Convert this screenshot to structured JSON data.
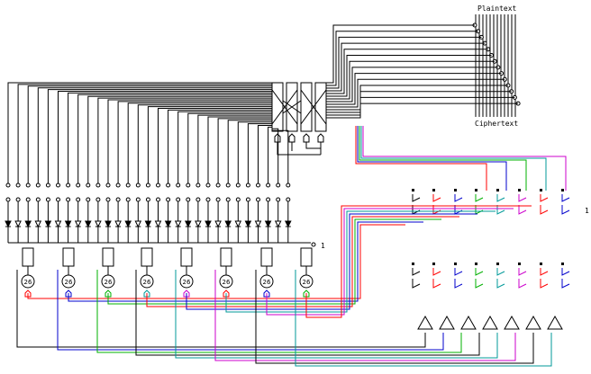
{
  "labels": {
    "plaintext": "Plaintext",
    "ciphertext": "Ciphertext",
    "one_left": "1",
    "one_right": "1"
  },
  "counter_value": "26",
  "colors": {
    "line": "#000000",
    "red": "#ff0000",
    "blue": "#0000cc",
    "green": "#00b000",
    "cyan": "#009999",
    "magenta": "#cc00cc"
  },
  "counters": [
    "26",
    "26",
    "26",
    "26",
    "26",
    "26",
    "26",
    "26"
  ]
}
